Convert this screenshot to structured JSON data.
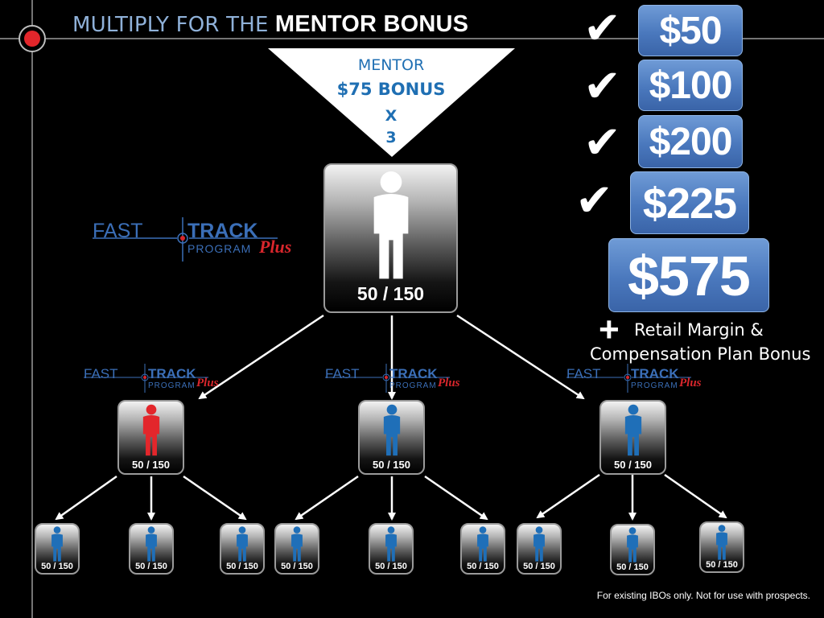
{
  "title": {
    "light": "MULTIPLY FOR THE",
    "bold": "MENTOR BONUS"
  },
  "mentor": {
    "label": "MENTOR",
    "bonus": "$75 BONUS",
    "times": "X",
    "multiplier": "3"
  },
  "bonuses": [
    "$50",
    "$100",
    "$200",
    "$225"
  ],
  "total": "$575",
  "extras": {
    "plus": "+",
    "line1": "Retail Margin &",
    "line2": "Compensation Plan Bonus"
  },
  "node_label": "50 / 150",
  "logo": {
    "fast": "FAST",
    "track": "TRACK",
    "program": "PROGRAM",
    "plus": "Plus"
  },
  "disclaimer": "For existing IBOs only. Not for use with prospects.",
  "icons": {
    "check": "checkmark-icon",
    "target": "crosshair-target-icon",
    "person": "person-icon"
  },
  "colors": {
    "person_white": "#ffffff",
    "person_red": "#e3262b",
    "person_blue": "#1f6fb8",
    "money_blue": "#4a78bd",
    "logo_blue": "#3b6fb8",
    "title_light": "#8fb1d9"
  }
}
